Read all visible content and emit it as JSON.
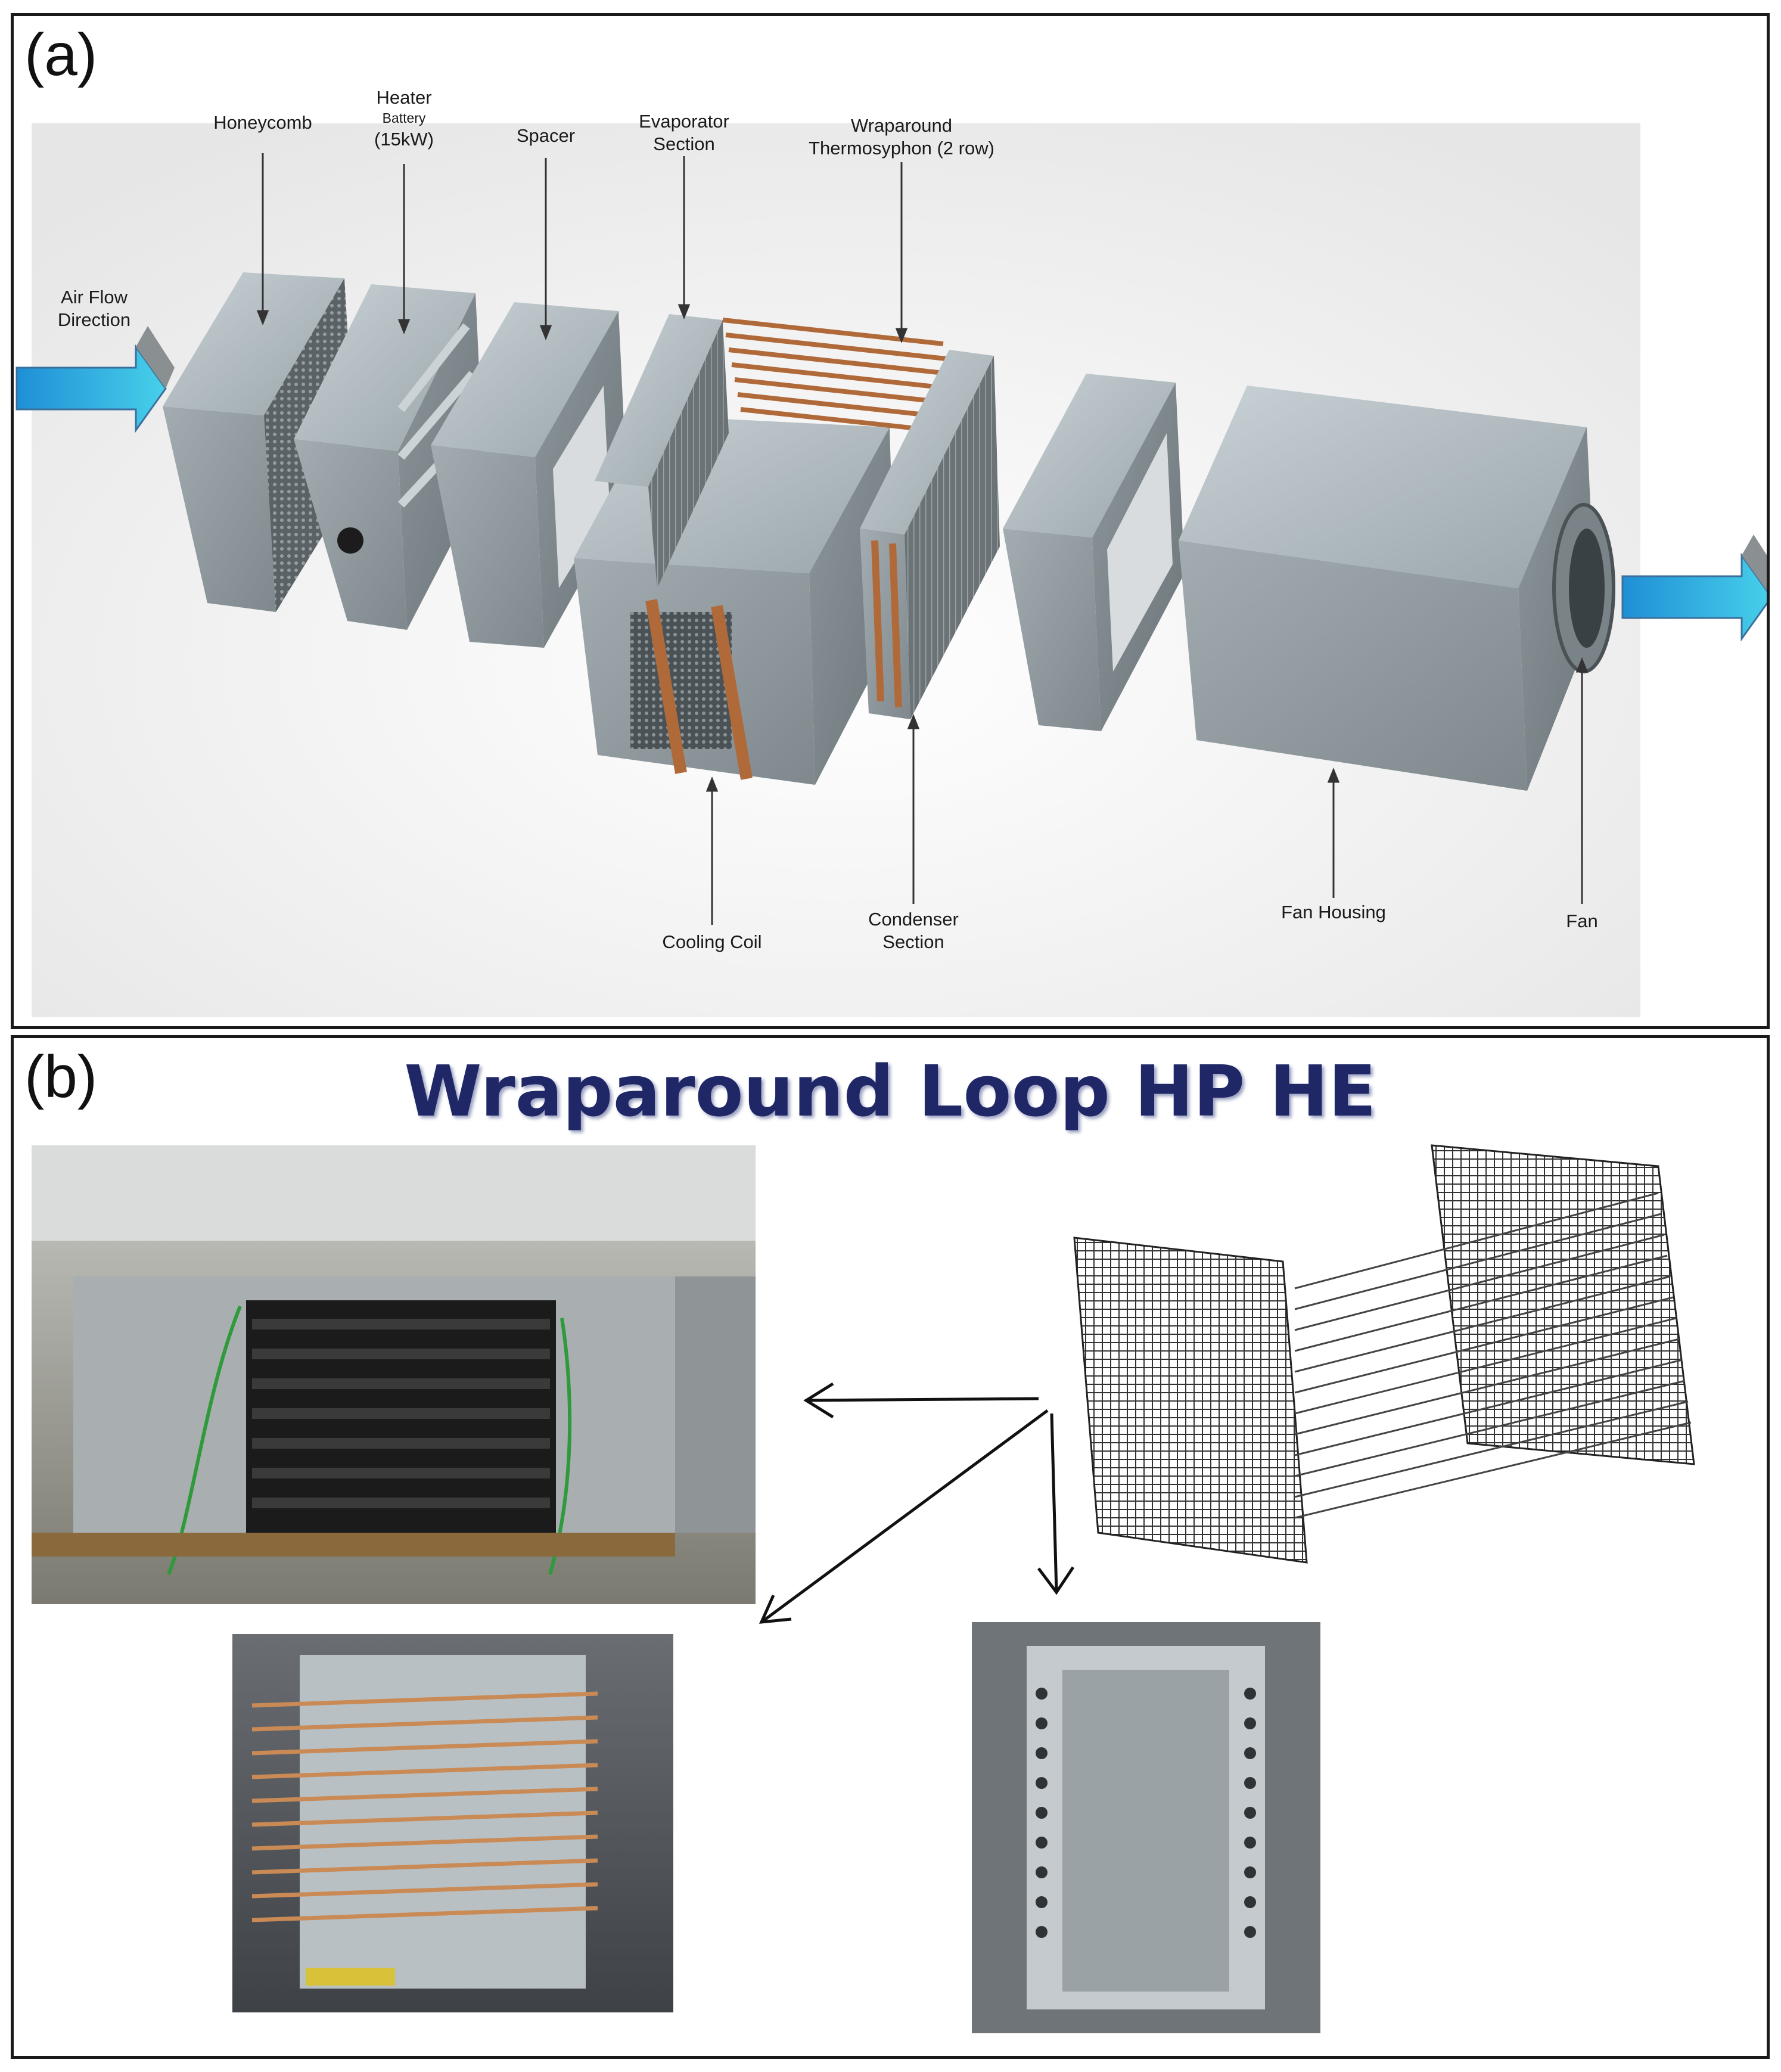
{
  "panel_a": {
    "label": "(a)",
    "labels": {
      "honeycomb": "Honeycomb",
      "heater_l1": "Heater",
      "heater_l2": "Battery",
      "heater_l3": "(15kW)",
      "spacer": "Spacer",
      "evaporator_l1": "Evaporator",
      "evaporator_l2": "Section",
      "wraparound_l1": "Wraparound",
      "wraparound_l2": "Thermosyphon (2 row)",
      "airflow_l1": "Air Flow",
      "airflow_l2": "Direction",
      "cooling_coil": "Cooling Coil",
      "condenser_l1": "Condenser",
      "condenser_l2": "Section",
      "fan_housing": "Fan Housing",
      "fan": "Fan"
    }
  },
  "panel_b": {
    "label": "(b)",
    "title": "Wraparound Loop HP HE"
  },
  "colors": {
    "duct_metal": "#8c969a",
    "copper": "#b06a3a",
    "arrow_blue": "#2fa7e0",
    "title_navy": "#1f2766"
  }
}
